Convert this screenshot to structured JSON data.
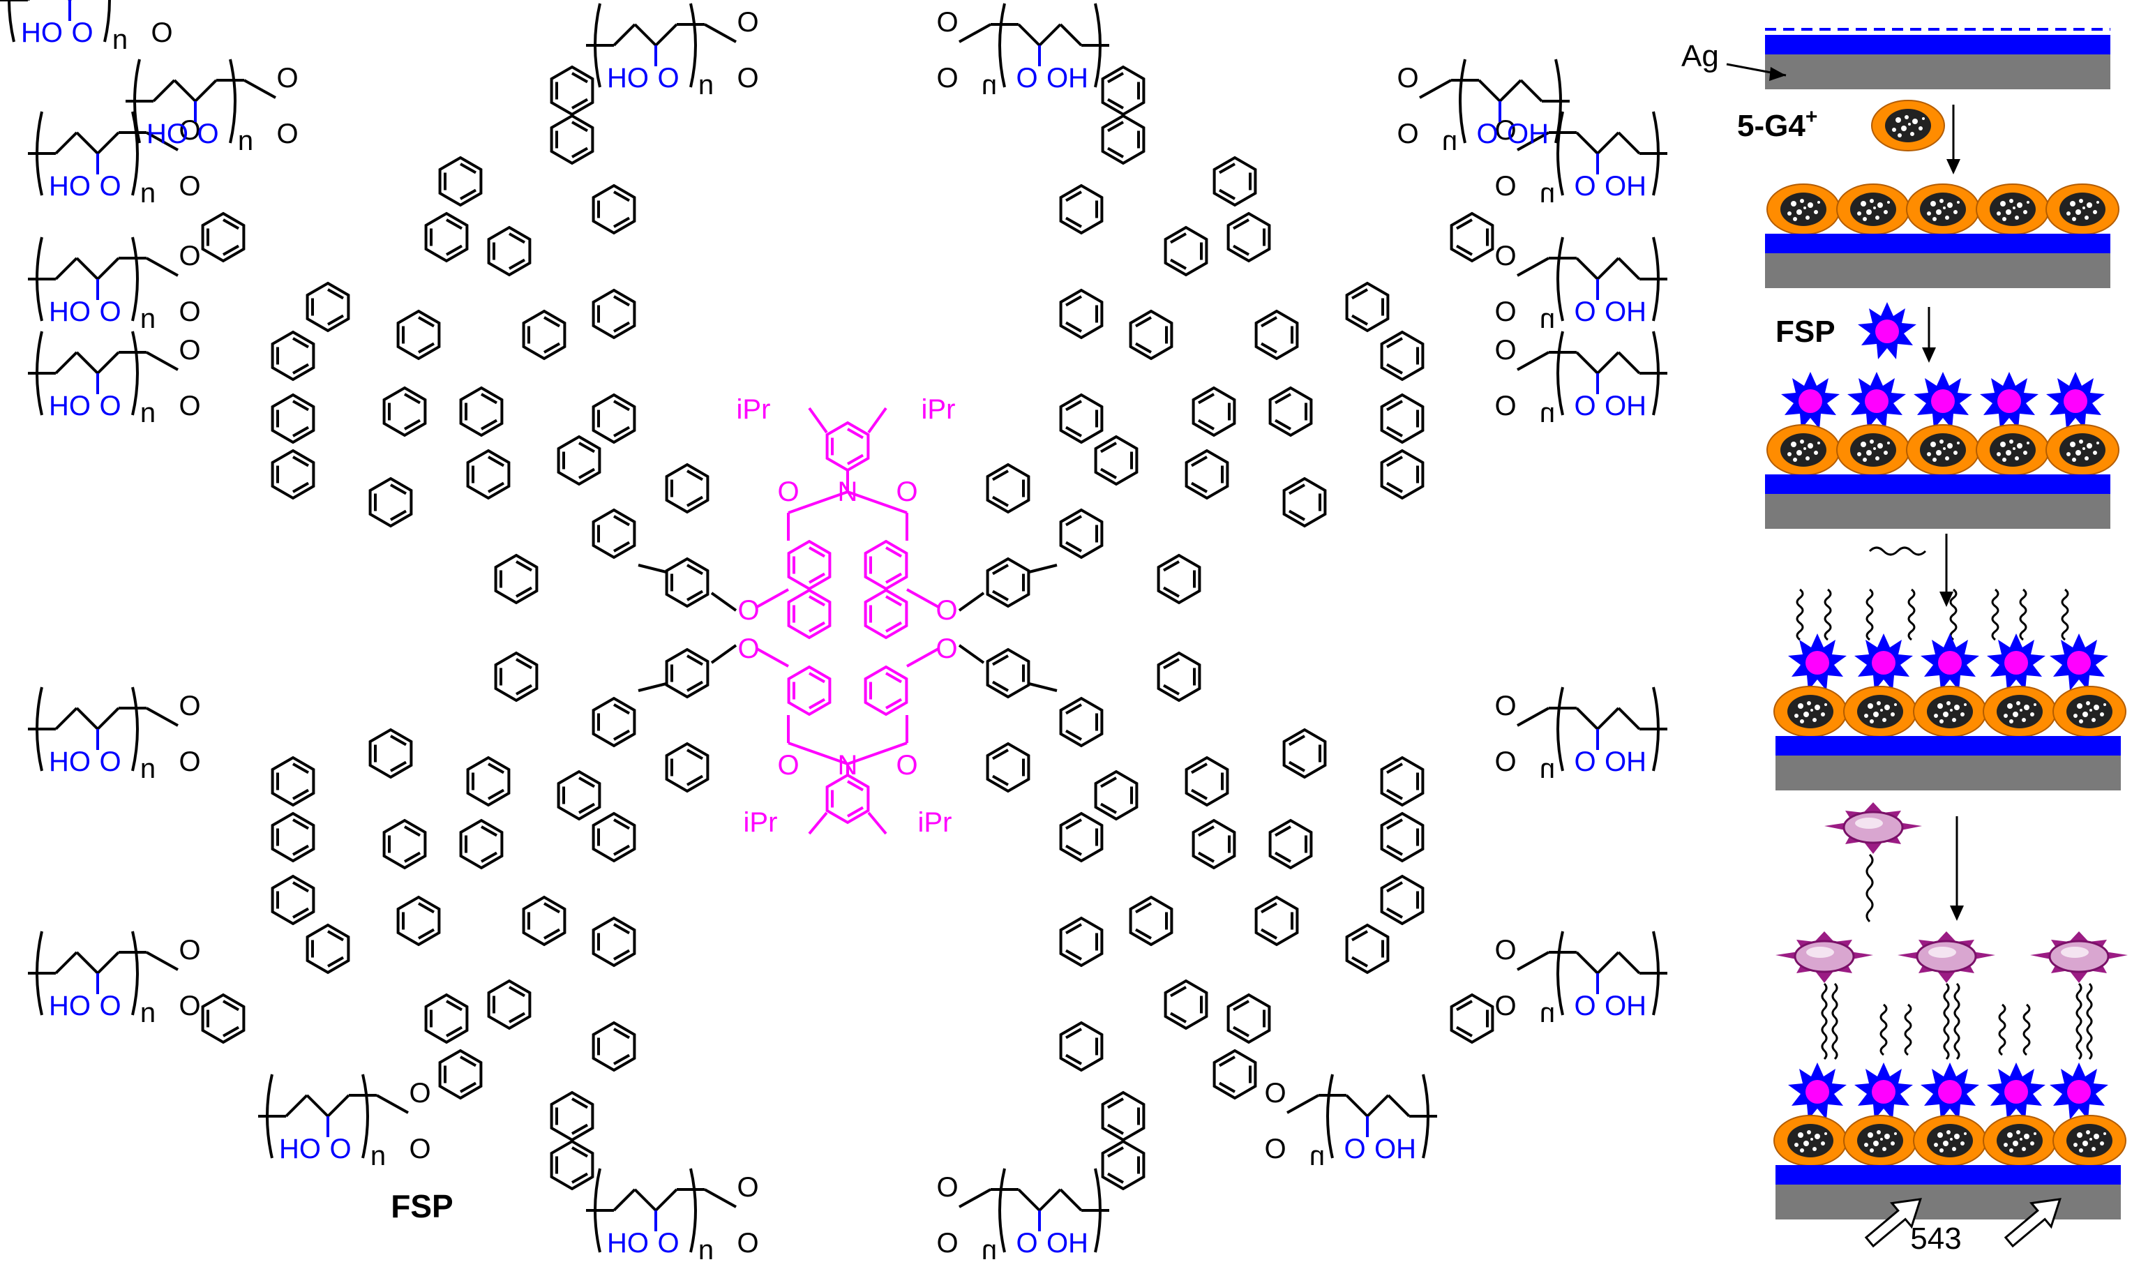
{
  "figure_label": "FSP",
  "core": {
    "substituents": [
      "iPr",
      "iPr",
      "iPr",
      "iPr"
    ],
    "imide_atoms": [
      "O",
      "N",
      "O",
      "O",
      "N",
      "O"
    ],
    "bay_oxygens": [
      "O",
      "O",
      "O",
      "O"
    ]
  },
  "arm": {
    "ester_atoms": [
      "O",
      "O"
    ],
    "acid_left": "HO",
    "acid_o": "O",
    "acid_right": "OH",
    "repeat": "n"
  },
  "panel": {
    "steps": [
      {
        "id": "ag",
        "label": "Ag"
      },
      {
        "id": "g4",
        "label": "5-G4",
        "sup": "+"
      },
      {
        "id": "fsp",
        "label": "FSP"
      },
      {
        "id": "probe",
        "label": ""
      },
      {
        "id": "target",
        "label": ""
      }
    ],
    "excitation": "543"
  },
  "colors": {
    "black": "#000000",
    "magenta": "#ff00ff",
    "blue": "#0000ff",
    "orange": "#ff8c00",
    "gray": "#7a7a7a",
    "purple": "#9b1c84"
  }
}
